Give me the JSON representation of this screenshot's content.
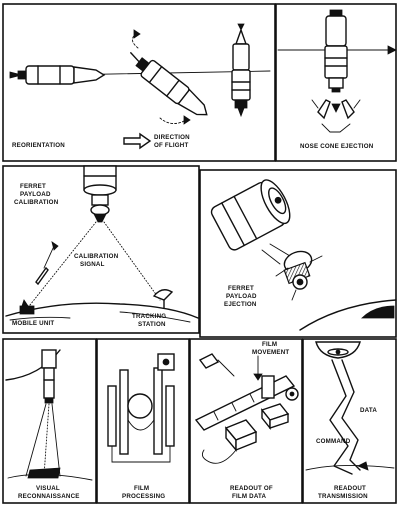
{
  "panels": {
    "reorientation": {
      "label": "REORIENTATION",
      "flight_label_1": "DIRECTION",
      "flight_label_2": "OF FLIGHT"
    },
    "nose_cone": {
      "label": "NOSE CONE EJECTION"
    },
    "calibration": {
      "title_1": "FERRET",
      "title_2": "PAYLOAD",
      "title_3": "CALIBRATION",
      "signal_1": "CALIBRATION",
      "signal_2": "SIGNAL",
      "tracking_1": "TRACKING",
      "tracking_2": "STATION",
      "mobile": "MOBILE UNIT"
    },
    "ejection": {
      "label_1": "FERRET",
      "label_2": "PAYLOAD",
      "label_3": "EJECTION"
    },
    "visual": {
      "label_1": "VISUAL",
      "label_2": "RECONNAISSANCE"
    },
    "film_processing": {
      "label_1": "FILM",
      "label_2": "PROCESSING"
    },
    "film_readout": {
      "movement_1": "FILM",
      "movement_2": "MOVEMENT",
      "label_1": "READOUT OF",
      "label_2": "FILM DATA"
    },
    "transmission": {
      "data": "DATA",
      "command": "COMMAND",
      "label_1": "READOUT",
      "label_2": "TRANSMISSION"
    }
  }
}
